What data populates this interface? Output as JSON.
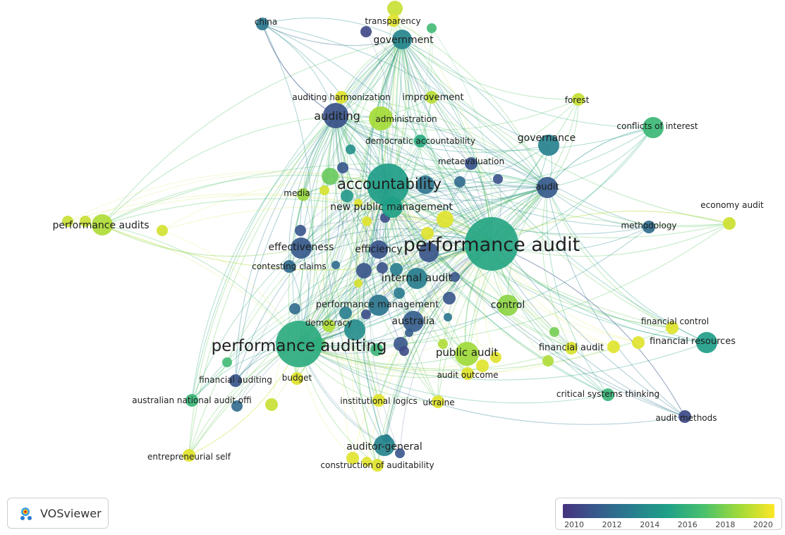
{
  "app": {
    "name": "VOSviewer"
  },
  "legend": {
    "ticks": [
      "2010",
      "2012",
      "2014",
      "2016",
      "2018",
      "2020"
    ],
    "min": 2009.4,
    "max": 2020.6
  },
  "nodes": [
    {
      "id": "performance-audit",
      "label": "performance audit",
      "size": "xl",
      "year": 2015.3
    },
    {
      "id": "performance-auditing",
      "label": "performance auditing",
      "size": "xl",
      "year": 2015.6
    },
    {
      "id": "accountability",
      "label": "accountability",
      "size": "l",
      "year": 2014.8
    },
    {
      "id": "auditing",
      "label": "auditing",
      "size": "m",
      "year": 2010.8
    },
    {
      "id": "government",
      "label": "government",
      "size": "m",
      "year": 2013.5
    },
    {
      "id": "china",
      "label": "china",
      "size": "s",
      "year": 2012.7
    },
    {
      "id": "transparency",
      "label": "transparency",
      "size": "s",
      "year": 2020.0
    },
    {
      "id": "auditing-harmonization",
      "label": "auditing harmonization",
      "size": "s",
      "year": 2020.0
    },
    {
      "id": "improvement",
      "label": "improvement",
      "size": "s",
      "year": 2019.2
    },
    {
      "id": "administration",
      "label": "administration",
      "size": "m",
      "year": 2018.8
    },
    {
      "id": "democratic-accountability",
      "label": "democratic accountability",
      "size": "s",
      "year": 2015.5
    },
    {
      "id": "forest",
      "label": "forest",
      "size": "s",
      "year": 2019.5
    },
    {
      "id": "conflicts-of-interest",
      "label": "conflicts of interest",
      "size": "m",
      "year": 2016.3
    },
    {
      "id": "governance",
      "label": "governance",
      "size": "m",
      "year": 2013.2
    },
    {
      "id": "metaevaluation",
      "label": "metaevaluation",
      "size": "s",
      "year": 2011.0
    },
    {
      "id": "audit",
      "label": "audit",
      "size": "m",
      "year": 2011.2
    },
    {
      "id": "media",
      "label": "media",
      "size": "s",
      "year": 2018.5
    },
    {
      "id": "new-public-management",
      "label": "new public management",
      "size": "m",
      "year": 2015.0
    },
    {
      "id": "economy-audit",
      "label": "economy audit",
      "size": "s",
      "year": 2019.6
    },
    {
      "id": "performance-audits",
      "label": "performance audits",
      "size": "m",
      "year": 2019.0
    },
    {
      "id": "methodology",
      "label": "methodology",
      "size": "s",
      "year": 2012.0
    },
    {
      "id": "effectiveness",
      "label": "effectiveness",
      "size": "m",
      "year": 2011.2
    },
    {
      "id": "efficiency",
      "label": "efficiency",
      "size": "m",
      "year": 2011.0
    },
    {
      "id": "contesting-claims",
      "label": "contesting claims",
      "size": "s",
      "year": 2012.0
    },
    {
      "id": "internal-audit",
      "label": "internal audit",
      "size": "m",
      "year": 2013.0
    },
    {
      "id": "performance-management",
      "label": "performance management",
      "size": "m",
      "year": 2012.6
    },
    {
      "id": "control",
      "label": "control",
      "size": "m",
      "year": 2018.3
    },
    {
      "id": "democracy",
      "label": "democracy",
      "size": "s",
      "year": 2019.0
    },
    {
      "id": "australia",
      "label": "australia",
      "size": "m",
      "year": 2011.4
    },
    {
      "id": "public-audit",
      "label": "public audit",
      "size": "m",
      "year": 2018.7
    },
    {
      "id": "financial-audit",
      "label": "financial audit",
      "size": "s",
      "year": 2019.8
    },
    {
      "id": "financial-control",
      "label": "financial control",
      "size": "s",
      "year": 2020.0
    },
    {
      "id": "financial-resources",
      "label": "financial resources",
      "size": "m",
      "year": 2014.8
    },
    {
      "id": "audit-outcome",
      "label": "audit outcome",
      "size": "s",
      "year": 2020.0
    },
    {
      "id": "financial-auditing",
      "label": "financial auditing",
      "size": "s",
      "year": 2011.0
    },
    {
      "id": "budget",
      "label": "budget",
      "size": "s",
      "year": 2020.0
    },
    {
      "id": "critical-systems-thinking",
      "label": "critical systems thinking",
      "size": "s",
      "year": 2016.2
    },
    {
      "id": "australian-national-audit-offi",
      "label": "australian national audit offi",
      "size": "s",
      "year": 2016.2
    },
    {
      "id": "institutional-logics",
      "label": "institutional logics",
      "size": "s",
      "year": 2020.0
    },
    {
      "id": "ukraine",
      "label": "ukraine",
      "size": "s",
      "year": 2020.0
    },
    {
      "id": "audit-methods",
      "label": "audit methods",
      "size": "s",
      "year": 2010.5
    },
    {
      "id": "entrepreneurial-self",
      "label": "entrepreneurial self",
      "size": "s",
      "year": 2020.0
    },
    {
      "id": "auditor-general",
      "label": "auditor-general",
      "size": "m",
      "year": 2013.4
    },
    {
      "id": "construction-of-auditability",
      "label": "construction of auditability",
      "size": "s",
      "year": 2020.0
    }
  ]
}
